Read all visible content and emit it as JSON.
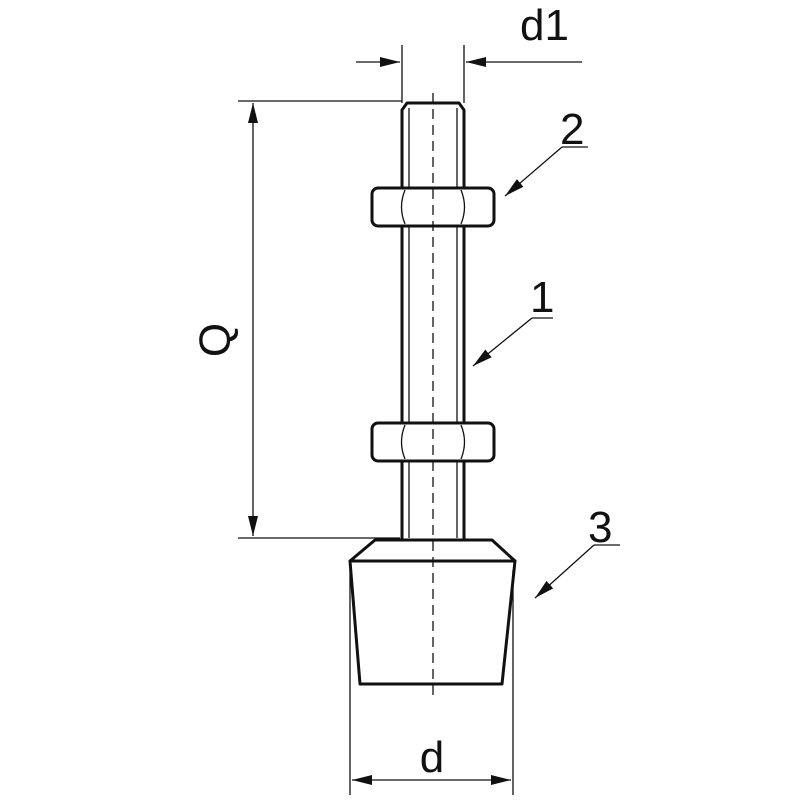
{
  "labels": {
    "d1": "d1",
    "q": "Q",
    "d": "d",
    "part1": "1",
    "part2": "2",
    "part3": "3"
  }
}
